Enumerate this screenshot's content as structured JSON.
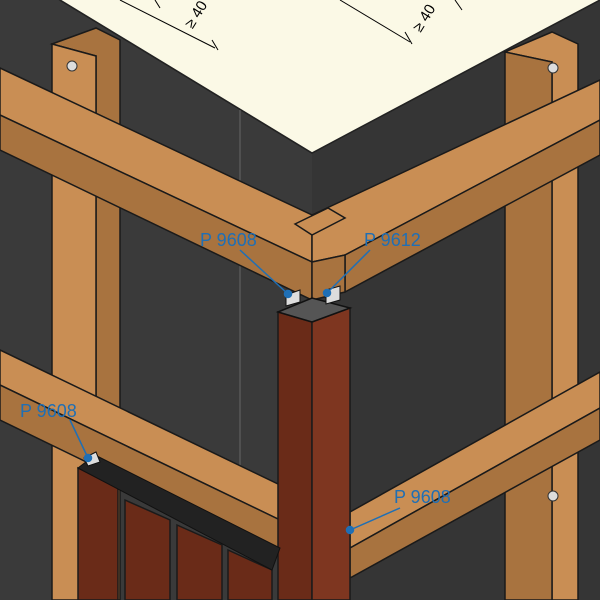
{
  "dimensions": {
    "left": "≥ 40",
    "right": "≥ 40"
  },
  "labels": {
    "corner_left": "P 9608",
    "corner_right": "P 9612",
    "lower_left": "P 9608",
    "lower_right": "P 9608"
  },
  "colors": {
    "wall": "#3a3a3a",
    "batten": "#c98e54",
    "batten_dark": "#a8733f",
    "profile": "#6a2b18",
    "profile_light": "#7e3620",
    "ceiling": "#fbf9e6",
    "callout": "#1f6fb5"
  }
}
